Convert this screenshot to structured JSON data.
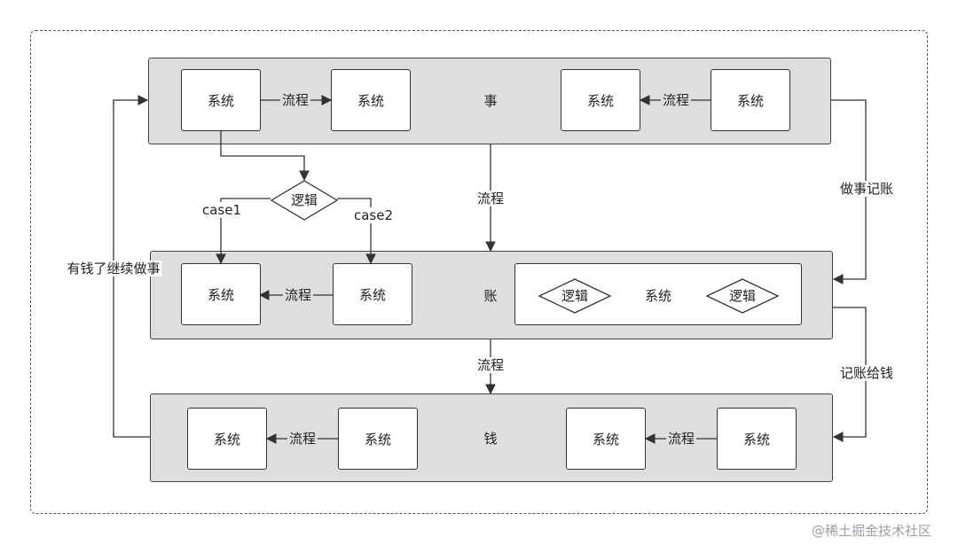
{
  "lanes": {
    "shi": {
      "name": "事"
    },
    "zhang": {
      "name": "账"
    },
    "qian": {
      "name": "钱"
    }
  },
  "boxes": {
    "shi_1": "系统",
    "shi_2": "系统",
    "shi_3": "系统",
    "shi_4": "系统",
    "zhang_1": "系统",
    "zhang_2": "系统",
    "zhang_3": "系统",
    "qian_1": "系统",
    "qian_2": "系统",
    "qian_3": "系统",
    "qian_4": "系统"
  },
  "diamonds": {
    "top": "逻辑",
    "zhang_left": "逻辑",
    "zhang_right": "逻辑"
  },
  "labels": {
    "flow_shi_a": "流程",
    "flow_shi_b": "流程",
    "flow_zhang": "流程",
    "flow_qian_a": "流程",
    "flow_qian_b": "流程",
    "flow_shi_to_zhang": "流程",
    "flow_zhang_to_qian": "流程",
    "case1": "case1",
    "case2": "case2",
    "do_and_record": "做事记账",
    "record_and_pay": "记账给钱",
    "money_loop": "有钱了继续做事"
  },
  "watermark": "@稀土掘金技术社区",
  "colors": {
    "lane_fill": "#dedede",
    "line": "#333333",
    "box_fill": "#ffffff"
  }
}
